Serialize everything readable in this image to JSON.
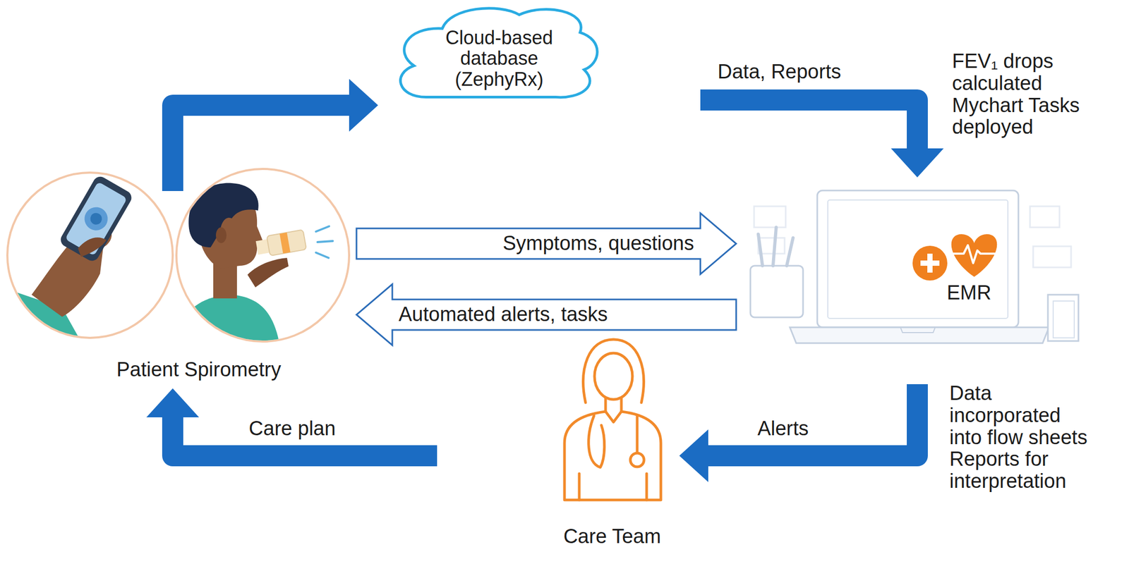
{
  "diagram": {
    "nodes": [
      {
        "text": [
          "Cloud-based database (ZephyRx)"
        ]
      },
      {
        "text": [
          "Patient Spirometry"
        ]
      },
      {
        "text": [
          "EMR"
        ]
      },
      {
        "text": [
          "Care Team"
        ]
      }
    ],
    "edges": [
      {
        "from": 1,
        "to": 0,
        "arrow": "to"
      },
      {
        "from": 0,
        "to": 2,
        "label": "Data, Reports",
        "arrow": "to"
      },
      {
        "from": 1,
        "to": 2,
        "label": "Symptoms, questions",
        "arrow": "to"
      },
      {
        "from": 2,
        "to": 1,
        "label": "Automated alerts, tasks",
        "arrow": "to"
      },
      {
        "from": 2,
        "to": 3,
        "label": "Alerts",
        "arrow": "to"
      },
      {
        "from": 3,
        "to": 1,
        "label": "Care plan",
        "arrow": "to"
      }
    ],
    "labels": [
      "FEV₁ drops calculated Mychart Tasks deployed",
      "Data incorporated into flow sheets Reports for interpretation"
    ]
  }
}
